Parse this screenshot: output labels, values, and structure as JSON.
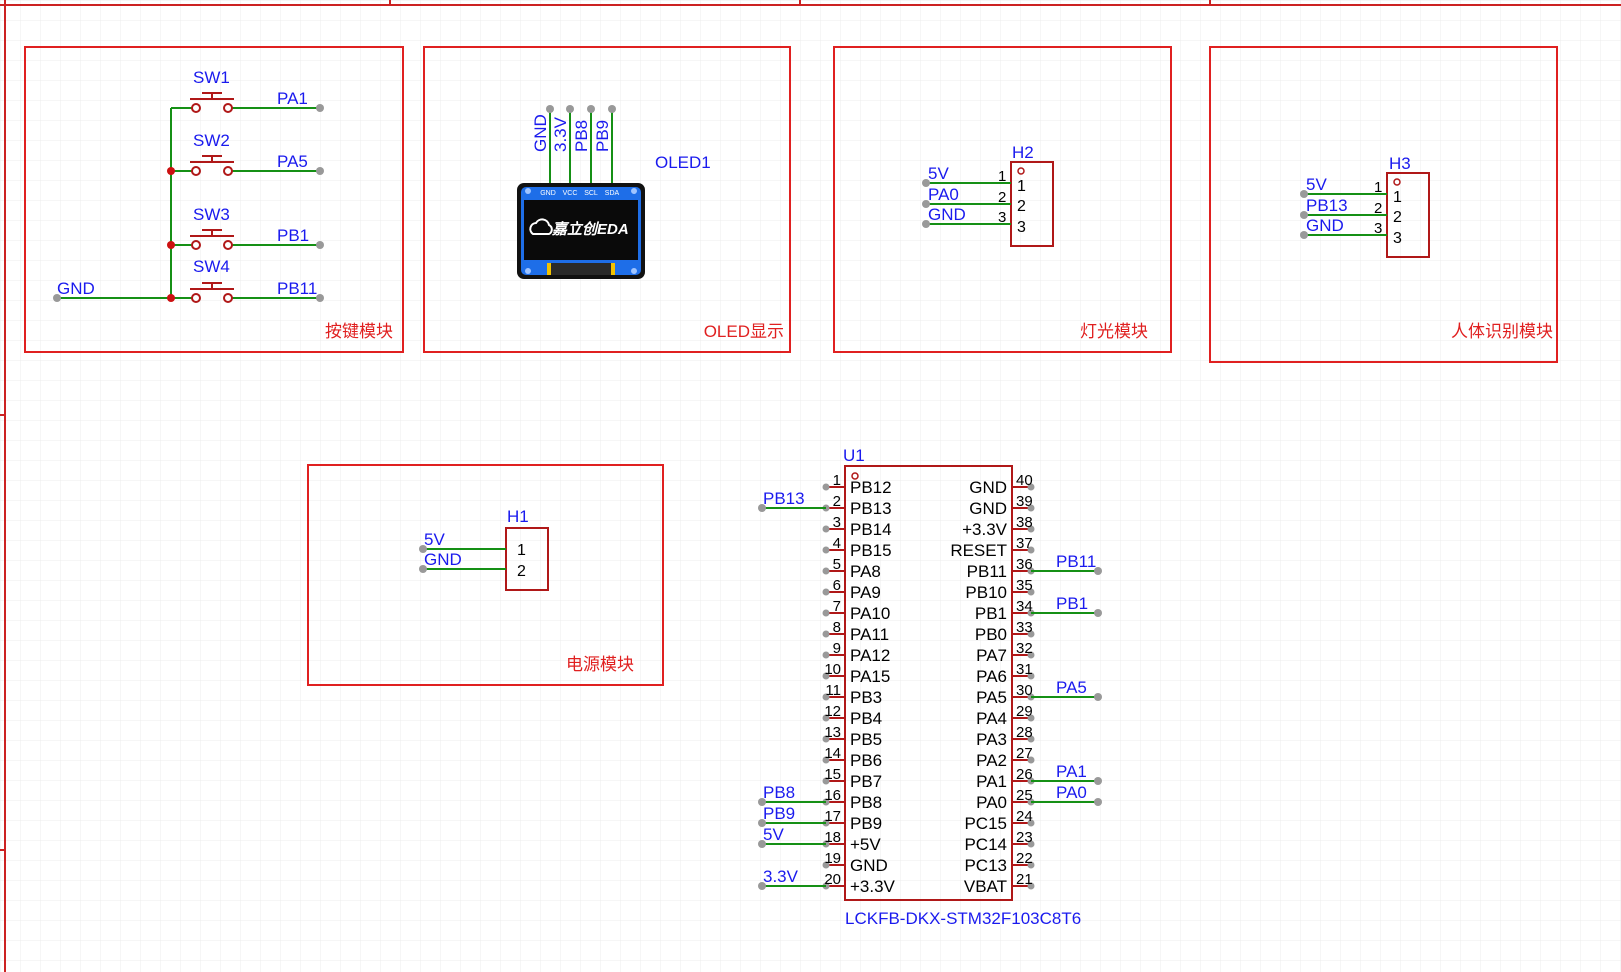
{
  "modules": {
    "keys": {
      "label": "按键模块"
    },
    "oled": {
      "label": "OLED显示"
    },
    "light": {
      "label": "灯光模块"
    },
    "body": {
      "label": "人体识别模块"
    },
    "power": {
      "label": "电源模块"
    }
  },
  "switches": {
    "sw1": {
      "name": "SW1",
      "net": "PA1"
    },
    "sw2": {
      "name": "SW2",
      "net": "PA5"
    },
    "sw3": {
      "name": "SW3",
      "net": "PB1"
    },
    "sw4": {
      "name": "SW4",
      "net": "PB11"
    },
    "gnd": "GND"
  },
  "oled": {
    "designator": "OLED1",
    "pin_nets": [
      "GND",
      "3.3V",
      "PB8",
      "PB9"
    ],
    "header_labels": [
      "GND",
      "VCC",
      "SCL",
      "SDA"
    ],
    "logo_text": "嘉立创EDA"
  },
  "h2": {
    "designator": "H2",
    "nets": [
      "5V",
      "PA0",
      "GND"
    ],
    "pin_numbers": [
      "1",
      "2",
      "3"
    ]
  },
  "h3": {
    "designator": "H3",
    "nets": [
      "5V",
      "PB13",
      "GND"
    ],
    "pin_numbers": [
      "1",
      "2",
      "3"
    ]
  },
  "h1": {
    "designator": "H1",
    "nets": [
      "5V",
      "GND"
    ],
    "pin_numbers": [
      "1",
      "2"
    ]
  },
  "u1": {
    "designator": "U1",
    "part": "LCKFB-DKX-STM32F103C8T6",
    "left_pins": [
      {
        "num": "1",
        "name": "PB12",
        "net": ""
      },
      {
        "num": "2",
        "name": "PB13",
        "net": "PB13"
      },
      {
        "num": "3",
        "name": "PB14",
        "net": ""
      },
      {
        "num": "4",
        "name": "PB15",
        "net": ""
      },
      {
        "num": "5",
        "name": "PA8",
        "net": ""
      },
      {
        "num": "6",
        "name": "PA9",
        "net": ""
      },
      {
        "num": "7",
        "name": "PA10",
        "net": ""
      },
      {
        "num": "8",
        "name": "PA11",
        "net": ""
      },
      {
        "num": "9",
        "name": "PA12",
        "net": ""
      },
      {
        "num": "10",
        "name": "PA15",
        "net": ""
      },
      {
        "num": "11",
        "name": "PB3",
        "net": ""
      },
      {
        "num": "12",
        "name": "PB4",
        "net": ""
      },
      {
        "num": "13",
        "name": "PB5",
        "net": ""
      },
      {
        "num": "14",
        "name": "PB6",
        "net": ""
      },
      {
        "num": "15",
        "name": "PB7",
        "net": ""
      },
      {
        "num": "16",
        "name": "PB8",
        "net": "PB8"
      },
      {
        "num": "17",
        "name": "PB9",
        "net": "PB9"
      },
      {
        "num": "18",
        "name": "+5V",
        "net": "5V"
      },
      {
        "num": "19",
        "name": "GND",
        "net": ""
      },
      {
        "num": "20",
        "name": "+3.3V",
        "net": "3.3V"
      }
    ],
    "right_pins": [
      {
        "num": "40",
        "name": "GND",
        "net": ""
      },
      {
        "num": "39",
        "name": "GND",
        "net": ""
      },
      {
        "num": "38",
        "name": "+3.3V",
        "net": ""
      },
      {
        "num": "37",
        "name": "RESET",
        "net": ""
      },
      {
        "num": "36",
        "name": "PB11",
        "net": "PB11"
      },
      {
        "num": "35",
        "name": "PB10",
        "net": ""
      },
      {
        "num": "34",
        "name": "PB1",
        "net": "PB1"
      },
      {
        "num": "33",
        "name": "PB0",
        "net": ""
      },
      {
        "num": "32",
        "name": "PA7",
        "net": ""
      },
      {
        "num": "31",
        "name": "PA6",
        "net": ""
      },
      {
        "num": "30",
        "name": "PA5",
        "net": "PA5"
      },
      {
        "num": "29",
        "name": "PA4",
        "net": ""
      },
      {
        "num": "28",
        "name": "PA3",
        "net": ""
      },
      {
        "num": "27",
        "name": "PA2",
        "net": ""
      },
      {
        "num": "26",
        "name": "PA1",
        "net": "PA1"
      },
      {
        "num": "25",
        "name": "PA0",
        "net": "PA0"
      },
      {
        "num": "24",
        "name": "PC15",
        "net": ""
      },
      {
        "num": "23",
        "name": "PC14",
        "net": ""
      },
      {
        "num": "22",
        "name": "PC13",
        "net": ""
      },
      {
        "num": "21",
        "name": "VBAT",
        "net": ""
      }
    ]
  },
  "colors": {
    "frame": "#e02020",
    "component": "#b01818",
    "wire": "#159015",
    "net_label": "#1a1aee",
    "pin_text": "#000000",
    "junction": "#cc1111",
    "grid": "#ececec"
  }
}
